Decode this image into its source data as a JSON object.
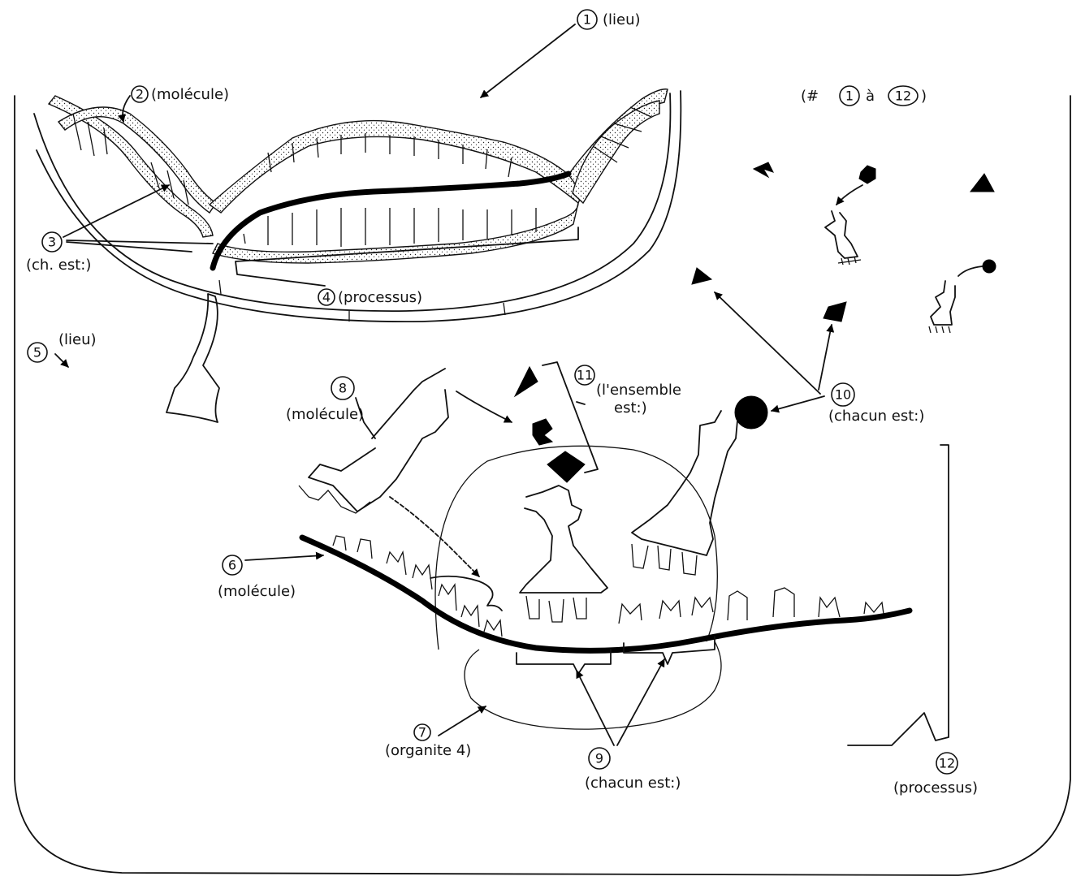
{
  "labels": {
    "l1": {
      "num": "1",
      "text": "(lieu)"
    },
    "l2": {
      "num": "2",
      "text": "(molécule)"
    },
    "l3": {
      "num": "3",
      "text": "(ch. est:)"
    },
    "l4": {
      "num": "4",
      "text": "(processus)"
    },
    "l5": {
      "num": "5",
      "text": "(lieu)"
    },
    "l6": {
      "num": "6",
      "text": "(molécule)"
    },
    "l7": {
      "num": "7",
      "text": "(organite 4)"
    },
    "l8": {
      "num": "8",
      "text": "(molécule)"
    },
    "l9": {
      "num": "9",
      "text": "(chacun est:)"
    },
    "l10": {
      "num": "10",
      "text": "(chacun est:)"
    },
    "l11": {
      "num": "11",
      "text_line1": "(l'ensemble",
      "text_line2": "est:)"
    },
    "l12": {
      "num": "12",
      "text": "(processus)"
    }
  },
  "range_note": {
    "prefix": "(#",
    "from": "1",
    "middle": "à",
    "to": "12",
    "suffix": ")"
  },
  "colors": {
    "ink": "#111111",
    "paper": "#ffffff"
  }
}
